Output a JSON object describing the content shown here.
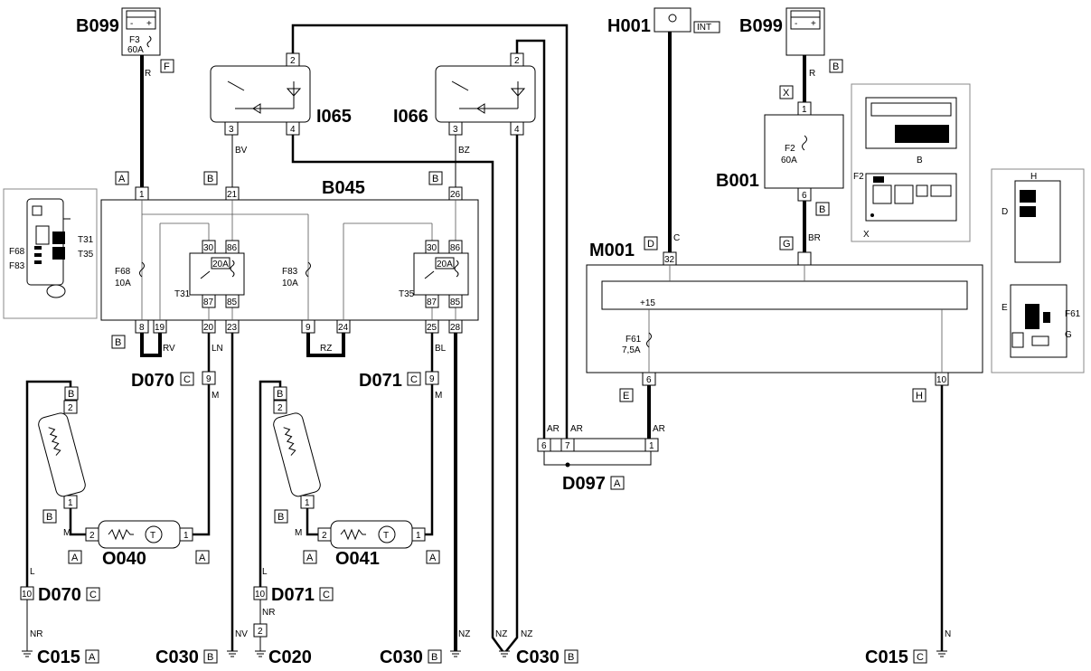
{
  "components": {
    "b099_left": "B099",
    "b099_right": "B099",
    "h001": "H001",
    "h001_tag": "INT",
    "i065": "I065",
    "i066": "I066",
    "b045": "B045",
    "b001": "B001",
    "m001": "M001",
    "d070_top": "D070",
    "d071_top": "D071",
    "d070_bottom": "D070",
    "d071_bottom": "D071",
    "o040": "O040",
    "o041": "O041",
    "d097": "D097",
    "c015_left": "C015",
    "c030_a": "C030",
    "c020": "C020",
    "c030_b": "C030",
    "c030_c": "C030",
    "c015_right": "C015"
  },
  "fuses": {
    "f3": {
      "name": "F3",
      "rating": "60A"
    },
    "f68": {
      "name": "F68",
      "rating": "10A"
    },
    "f83": {
      "name": "F83",
      "rating": "10A"
    },
    "f2": {
      "name": "F2",
      "rating": "60A"
    },
    "f61": {
      "name": "F61",
      "rating": "7,5A"
    },
    "m001_supply": "+15"
  },
  "relays": {
    "t31": {
      "name": "T31",
      "rating": "20A",
      "pins": [
        "30",
        "86",
        "87",
        "85"
      ]
    },
    "t35": {
      "name": "T35",
      "rating": "20A",
      "pins": [
        "30",
        "86",
        "87",
        "85"
      ]
    }
  },
  "wire_colors": {
    "r_left": "R",
    "r_right": "R",
    "bv": "BV",
    "bz": "BZ",
    "rv": "RV",
    "ln": "LN",
    "rz": "RZ",
    "bl": "BL",
    "m_d070": "M",
    "m_d071": "M",
    "m_o040": "M",
    "m_o041": "M",
    "l_left": "L",
    "l_mid": "L",
    "nr_left": "NR",
    "nr_mid": "NR",
    "nv": "NV",
    "nz_1": "NZ",
    "nz_2": "NZ",
    "nz_3": "NZ",
    "ar_1": "AR",
    "ar_2": "AR",
    "ar_3": "AR",
    "c_h001": "C",
    "br": "BR",
    "n_right": "N"
  },
  "connector_tags": {
    "f": "F",
    "b1": "B",
    "a1": "A",
    "b2": "B",
    "b3": "B",
    "b4": "B",
    "x": "X",
    "b5": "B",
    "d": "D",
    "g": "G",
    "e": "E",
    "h": "H",
    "c1": "C",
    "c2": "C",
    "c3": "C",
    "c4": "C",
    "b6": "B",
    "b7": "B",
    "b8": "B",
    "b9": "B",
    "a2": "A",
    "a3": "A",
    "a4": "A",
    "a5": "A",
    "a6": "A",
    "a7": "A",
    "b10": "B",
    "b11": "B",
    "b12": "B",
    "c5": "C"
  },
  "pins": {
    "b045": [
      "1",
      "21",
      "26",
      "8",
      "19",
      "20",
      "23",
      "9",
      "24",
      "25",
      "28"
    ],
    "i065": [
      "2",
      "3",
      "4"
    ],
    "i066": [
      "2",
      "3",
      "4"
    ],
    "b001": [
      "1",
      "6"
    ],
    "m001": [
      "32",
      "6",
      "10"
    ],
    "d097": [
      "6",
      "7",
      "1"
    ],
    "d070": [
      "9",
      "10"
    ],
    "d071": [
      "9",
      "10"
    ],
    "o040": [
      "2",
      "1"
    ],
    "o041": [
      "2",
      "1"
    ],
    "seat_left": [
      "2",
      "1"
    ],
    "seat_mid": [
      "2",
      "1"
    ],
    "c020": "2"
  },
  "location_views": {
    "left": {
      "labels": [
        "F68",
        "F83",
        "T31",
        "T35"
      ]
    },
    "b001_view": {
      "labels": [
        "B",
        "F2",
        "X"
      ]
    },
    "m001_view": {
      "labels": [
        "H",
        "D",
        "E",
        "F61",
        "G"
      ]
    }
  }
}
